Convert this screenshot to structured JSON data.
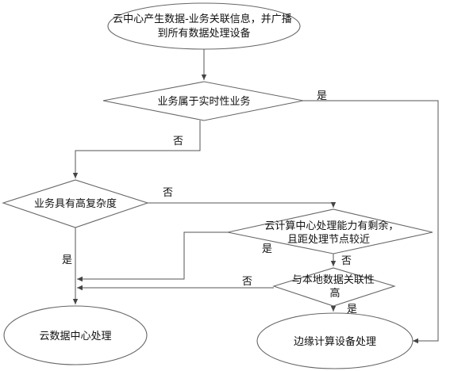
{
  "nodes": {
    "start": {
      "lines": [
        "云中心产生数据-业务关联信息，并广播",
        "到所有数据处理设备"
      ]
    },
    "d_realtime": {
      "lines": [
        "业务属于实时性业务"
      ]
    },
    "d_complex": {
      "lines": [
        "业务具有高复杂度"
      ]
    },
    "d_capacity": {
      "lines": [
        "云计算中心处理能力有剩余，",
        "且距处理节点较近"
      ]
    },
    "d_local": {
      "lines": [
        "与本地数据关联性",
        "高"
      ]
    },
    "end_cloud": {
      "lines": [
        "云数据中心处理"
      ]
    },
    "end_edge": {
      "lines": [
        "边缘计算设备处理"
      ]
    }
  },
  "edge_labels": {
    "realtime_yes": "是",
    "realtime_no": "否",
    "complex_no": "否",
    "complex_yes": "是",
    "capacity_yes": "是",
    "capacity_no": "否",
    "local_no": "否",
    "local_yes": "是"
  }
}
